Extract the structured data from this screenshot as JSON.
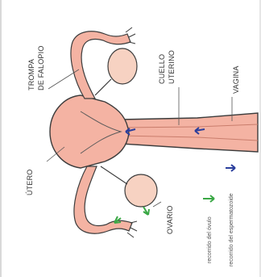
{
  "labels": {
    "tube": [
      "TROMPA",
      "DE FALOPIO"
    ],
    "cervix": [
      "CUELLO",
      "UTERINO"
    ],
    "vagina": "VAGINA",
    "uterus": "ÚTERO",
    "ovary": "OVARIO"
  },
  "legend": {
    "egg": "recorrido del óvulo",
    "sperm": "recorrido del espermatozoide"
  },
  "colors": {
    "tissue": "#f4b3a3",
    "tissue_dark": "#e79a88",
    "outline": "#3c3c3c",
    "ovary": "#f7d2c2",
    "egg_arrow": "#3aa845",
    "sperm_arrow": "#2a3e9c"
  }
}
